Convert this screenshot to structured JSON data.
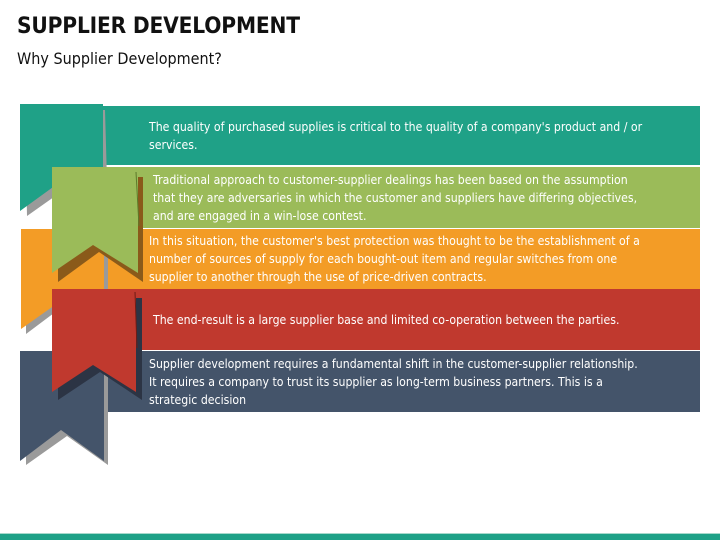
{
  "header": {
    "title": "SUPPLIER DEVELOPMENT",
    "subtitle": "Why Supplier Development?"
  },
  "items": [
    {
      "color": "#1FA187",
      "text": "The quality of purchased supplies is critical to the quality of a company's product and / or services."
    },
    {
      "color": "#9BBB59",
      "text": "Traditional approach to customer-supplier dealings has been based on the assumption that they are adversaries in which the customer and suppliers have differing objectives, and are engaged in a win-lose contest."
    },
    {
      "color": "#F39C26",
      "text": "In this situation, the customer's best protection was thought to be the establishment of a number of sources of supply for each bought-out item and regular switches from one supplier to another through the use of price-driven contracts."
    },
    {
      "color": "#C0392E",
      "text": "The end-result is a large supplier base and limited co-operation between the parties."
    },
    {
      "color": "#44546A",
      "text": "Supplier development requires a fundamental shift in the customer-supplier relationship. It requires a company to trust its supplier as long-term business partners. This is a strategic decision"
    }
  ],
  "footer": {
    "bar_color": "#1FA187"
  }
}
